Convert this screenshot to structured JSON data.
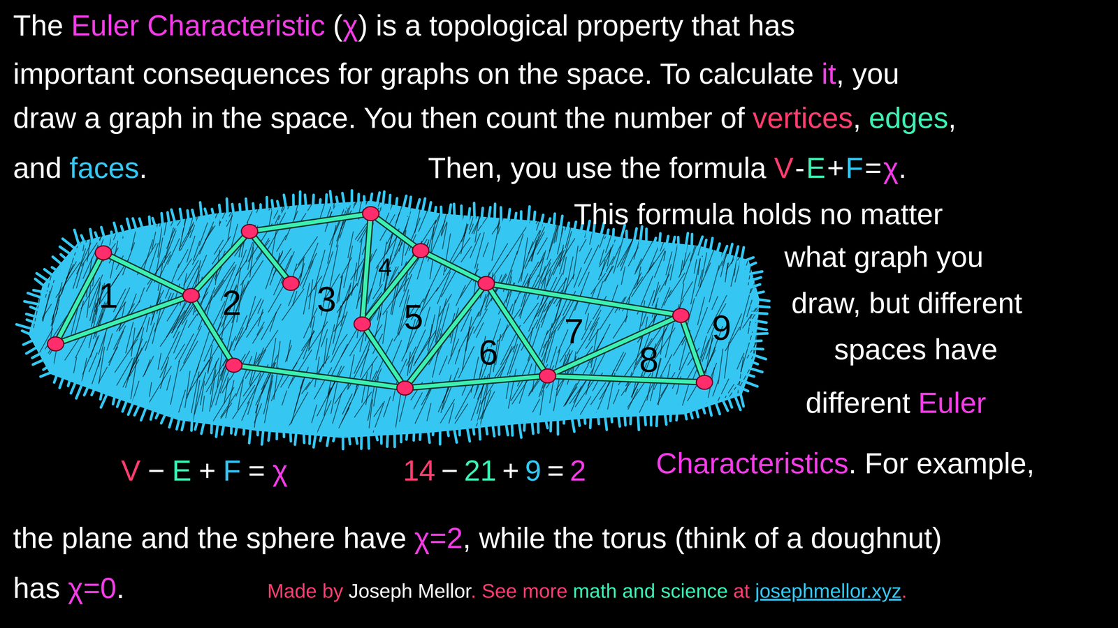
{
  "diagram": {
    "labels": [
      "The",
      "Euler Characteristic",
      "(",
      "χ",
      ") is a topological property that has",
      "important consequences for graphs on the space. To calculate",
      "it",
      ", you",
      "draw a graph in the space. You then count the number of",
      "vertices",
      ",",
      "edges",
      ",",
      "and",
      "faces",
      ".",
      "Then, you use the formula",
      "V",
      "-",
      "E",
      "+",
      "F",
      "=",
      "χ",
      ".",
      "This formula holds no matter",
      "what graph you",
      "draw, but different",
      "spaces have",
      "different",
      "Euler",
      "Characteristics",
      ". For example,",
      "V",
      "−",
      "E",
      "+",
      "F",
      "=",
      "χ",
      "14",
      "−",
      "21",
      "+",
      "9",
      "=",
      "2",
      "the plane and the sphere have",
      "χ=2",
      ", while the torus (think of a doughnut)",
      "has",
      "χ=0",
      ".",
      "Made by",
      "Joseph Mellor",
      ". See more",
      "math",
      "and science",
      "at",
      "josephmellor.xyz",
      ".",
      "1",
      "2",
      "3",
      "4",
      "5",
      "6",
      "7",
      "8",
      "9"
    ]
  }
}
